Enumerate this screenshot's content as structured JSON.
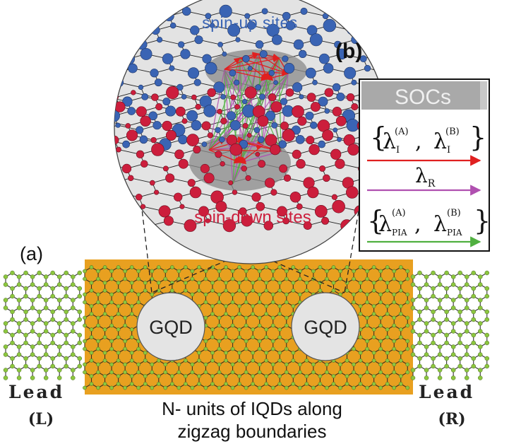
{
  "panel_b": {
    "label": "(b)",
    "top_caption": "spin-up sites",
    "bottom_caption": "spin-down sites"
  },
  "panel_a": {
    "label": "(a)",
    "gqd_left": "GQD",
    "gqd_right": "GQD",
    "lead_left_word": "Lead",
    "lead_left_tag": "(L)",
    "lead_right_word": "Lead",
    "lead_right_tag": "(R)",
    "caption_line1": "N- units of IQDs along",
    "caption_line2": "zigzag boundaries"
  },
  "socs_legend": {
    "title": "SOCs",
    "intrinsic": {
      "lambda": "λ",
      "sub": "I",
      "sup_a": "(A)",
      "sup_b": "(B)"
    },
    "rashba": {
      "lambda": "λ",
      "sub": "R"
    },
    "pia": {
      "lambda": "λ",
      "sub": "PIA",
      "sup_a": "(A)",
      "sup_b": "(B)"
    }
  },
  "colors": {
    "ribbon": "#E8A020",
    "atom": "#8CC63F",
    "spin_up_site": "#3A64B4",
    "spin_down_site": "#CC1E3C",
    "intrinsic_arrow": "#E02020",
    "rashba_arrow": "#B050B0",
    "pia_arrow": "#50B040"
  }
}
